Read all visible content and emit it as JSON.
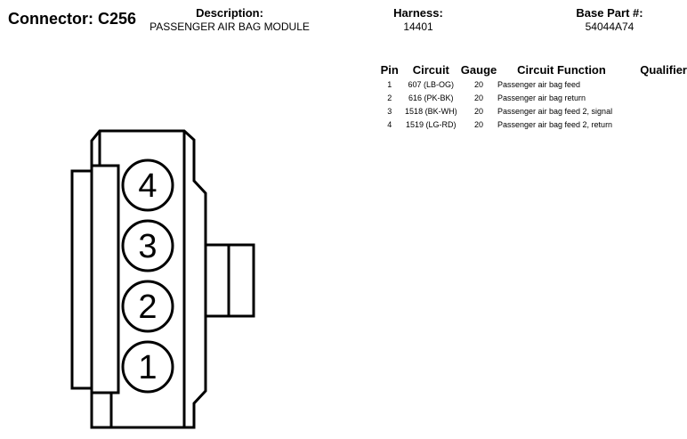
{
  "header": {
    "connector_label": "Connector:",
    "connector_id": "C256",
    "description_label": "Description:",
    "description_value": "PASSENGER AIR BAG MODULE",
    "harness_label": "Harness:",
    "harness_value": "14401",
    "base_part_label": "Base Part #:",
    "base_part_value": "54044A74"
  },
  "table": {
    "columns": [
      "Pin",
      "Circuit",
      "Gauge",
      "Circuit Function",
      "Qualifier"
    ],
    "rows": [
      {
        "pin": "1",
        "circuit": "607 (LB-OG)",
        "gauge": "20",
        "function": "Passenger air bag feed",
        "qualifier": ""
      },
      {
        "pin": "2",
        "circuit": "616 (PK-BK)",
        "gauge": "20",
        "function": "Passenger air bag return",
        "qualifier": ""
      },
      {
        "pin": "3",
        "circuit": "1518 (BK-WH)",
        "gauge": "20",
        "function": "Passenger air bag feed 2, signal",
        "qualifier": ""
      },
      {
        "pin": "4",
        "circuit": "1519 (LG-RD)",
        "gauge": "20",
        "function": "Passenger air bag feed 2, return",
        "qualifier": ""
      }
    ]
  },
  "connector_diagram": {
    "pin_labels": [
      "4",
      "3",
      "2",
      "1"
    ]
  }
}
